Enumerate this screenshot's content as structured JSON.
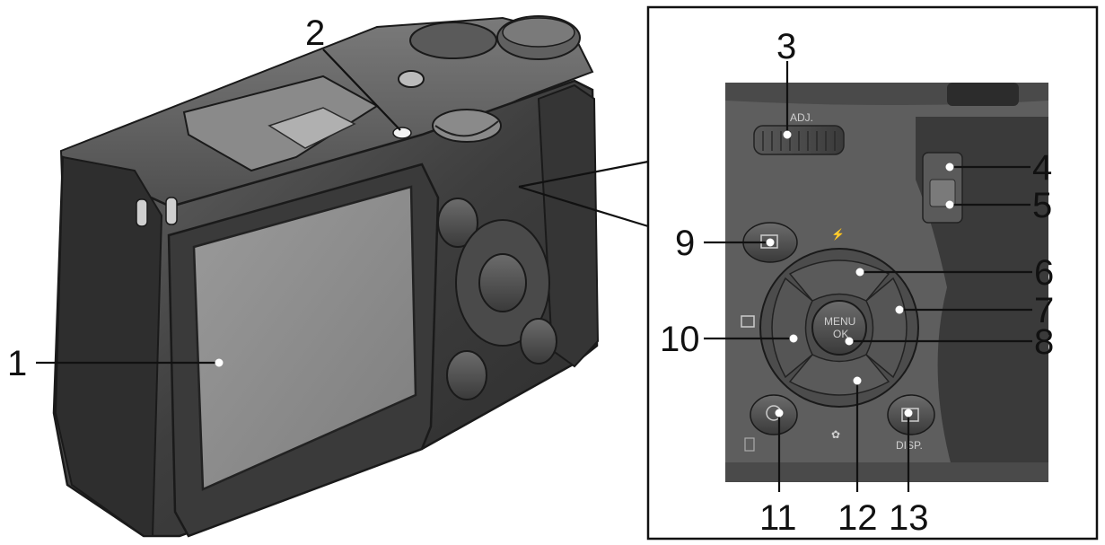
{
  "callouts": {
    "c1": "1",
    "c2": "2",
    "c3": "3",
    "c4": "4",
    "c5": "5",
    "c6": "6",
    "c7": "7",
    "c8": "8",
    "c9": "9",
    "c10": "10",
    "c11": "11",
    "c12": "12",
    "c13": "13"
  },
  "button_labels": {
    "adj": "ADJ.",
    "menu": "MENU",
    "ok": "OK",
    "disp": "DISP."
  },
  "colors": {
    "body_dark": "#3c3c3c",
    "body_mid": "#5a5a5a",
    "screen": "#8d8d8d",
    "line": "#111111"
  }
}
